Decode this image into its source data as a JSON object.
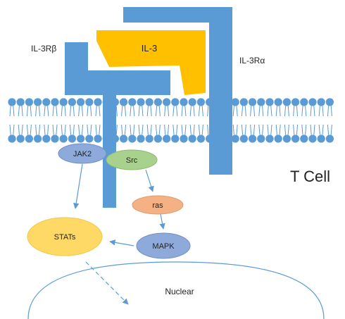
{
  "labels": {
    "il3": "IL-3",
    "il3r_beta": "IL-3Rβ",
    "il3r_alpha": "IL-3Rα",
    "jak2": "JAK2",
    "src": "Src",
    "ras": "ras",
    "mapk": "MAPK",
    "stats": "STATs",
    "nuclear": "Nuclear",
    "cell": "T Cell"
  },
  "colors": {
    "receptor": "#5b9bd5",
    "ligand": "#ffc000",
    "membrane": "#5b9bd5",
    "jak2": "#8eaadb",
    "src": "#a9d18e",
    "ras": "#f4b183",
    "mapk": "#8eaadb",
    "stats": "#ffd966",
    "arrow": "#5b9bd5"
  }
}
